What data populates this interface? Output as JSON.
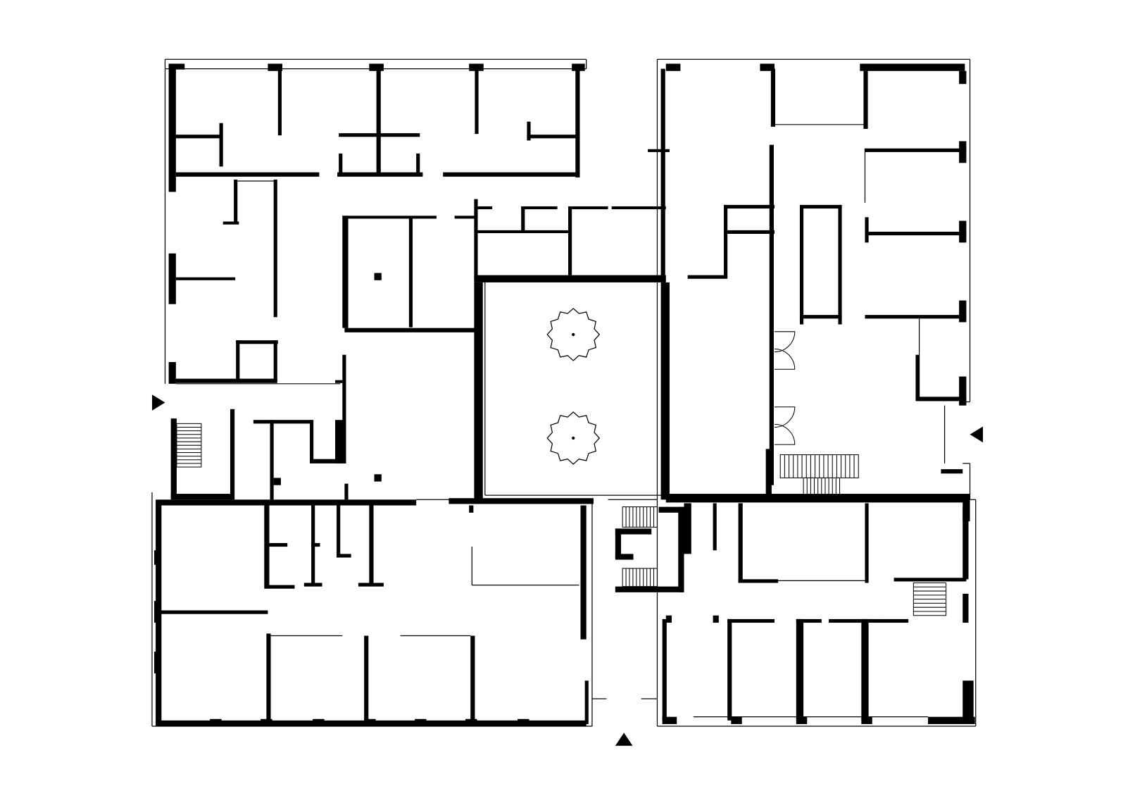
{
  "plan": {
    "colors": {
      "wall": "#000000",
      "background": "#ffffff",
      "thin_line": "#000000"
    },
    "icons": {
      "entrance": "entrance-arrow-icon",
      "tree": "tree-icon",
      "stair": "stair-icon",
      "door": "door-swing-icon"
    },
    "entrance_count": 3,
    "courtyard_tree_count": 2,
    "staircase_count": 4
  }
}
